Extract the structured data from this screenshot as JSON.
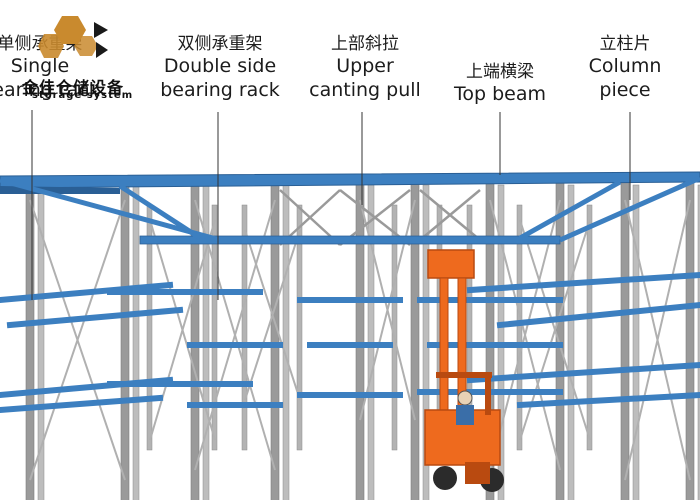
{
  "logo": {
    "brand_cn": "金佳仓储设备",
    "brand_en": "storage system",
    "colors": {
      "primary": "#c98a2e",
      "secondary": "#1a1a1a"
    }
  },
  "labels": [
    {
      "id": "single",
      "cn": "单侧承重架",
      "en_lines": [
        "Single",
        "bearing rack"
      ]
    },
    {
      "id": "double",
      "cn": "双侧承重架",
      "en_lines": [
        "Double side",
        "bearing rack"
      ]
    },
    {
      "id": "canting",
      "cn": "上部斜拉",
      "en_lines": [
        "Upper",
        "canting pull"
      ]
    },
    {
      "id": "topbeam",
      "cn": "上端横梁",
      "en_lines": [
        "Top beam"
      ]
    },
    {
      "id": "column",
      "cn": "立柱片",
      "en_lines": [
        "Column",
        "piece"
      ]
    }
  ],
  "colors": {
    "upright": "#9a9a9a",
    "brace": "#b0b0b0",
    "beam_blue": "#3c7fc0",
    "beam_blue_dark": "#2a5f95",
    "forklift_orange": "#ee6a1e",
    "forklift_dark": "#b94a10",
    "leader": "#333333"
  }
}
